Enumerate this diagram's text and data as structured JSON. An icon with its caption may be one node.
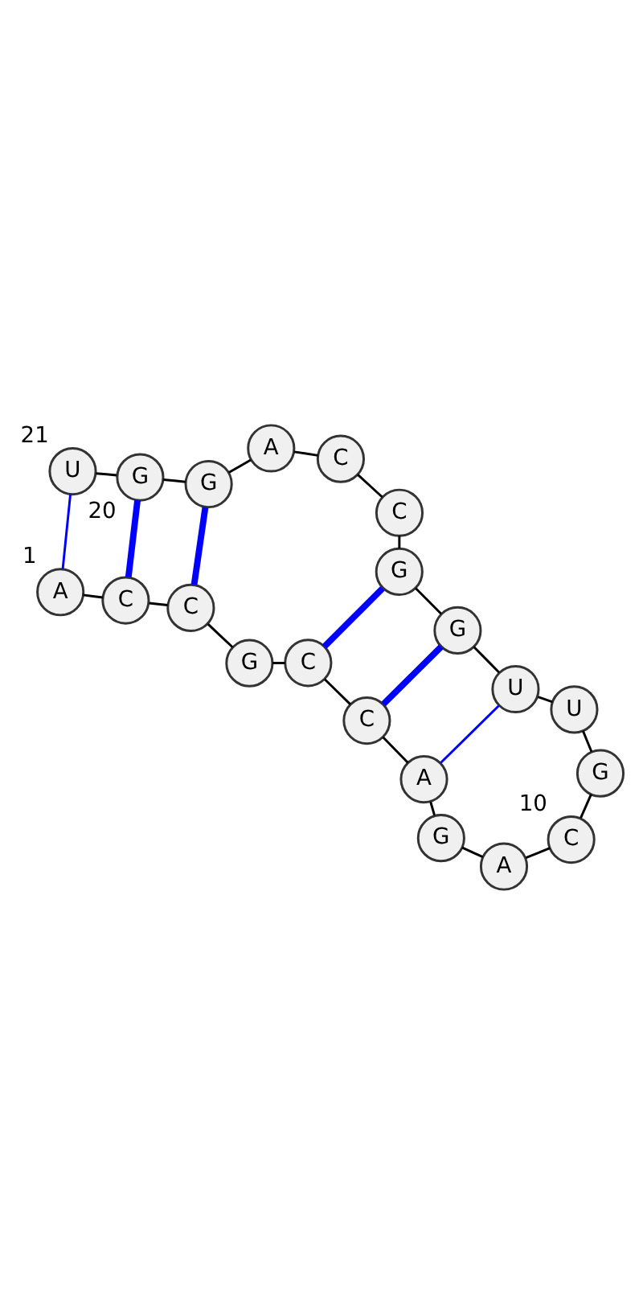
{
  "diagram": {
    "nodes": [
      {
        "text": [
          "A"
        ],
        "beside": [
          "1"
        ]
      },
      {
        "text": [
          "C"
        ]
      },
      {
        "text": [
          "C"
        ]
      },
      {
        "text": [
          "G"
        ]
      },
      {
        "text": [
          "C"
        ]
      },
      {
        "text": [
          "C"
        ]
      },
      {
        "text": [
          "A"
        ]
      },
      {
        "text": [
          "G"
        ]
      },
      {
        "text": [
          "A"
        ]
      },
      {
        "text": [
          "C"
        ],
        "beside": [
          "10"
        ]
      },
      {
        "text": [
          "G"
        ]
      },
      {
        "text": [
          "U"
        ]
      },
      {
        "text": [
          "U"
        ]
      },
      {
        "text": [
          "G"
        ]
      },
      {
        "text": [
          "G"
        ]
      },
      {
        "text": [
          "C"
        ]
      },
      {
        "text": [
          "C"
        ]
      },
      {
        "text": [
          "A"
        ]
      },
      {
        "text": [
          "G"
        ]
      },
      {
        "text": [
          "G"
        ],
        "beside": [
          "20"
        ]
      },
      {
        "text": [
          "U"
        ],
        "beside": [
          "21"
        ]
      }
    ],
    "edges": [
      {
        "from": 0,
        "to": 1,
        "arrow": "none"
      },
      {
        "from": 1,
        "to": 2,
        "arrow": "none"
      },
      {
        "from": 2,
        "to": 3,
        "arrow": "none"
      },
      {
        "from": 3,
        "to": 4,
        "arrow": "none"
      },
      {
        "from": 4,
        "to": 5,
        "arrow": "none"
      },
      {
        "from": 5,
        "to": 6,
        "arrow": "none"
      },
      {
        "from": 6,
        "to": 7,
        "arrow": "none"
      },
      {
        "from": 7,
        "to": 8,
        "arrow": "none"
      },
      {
        "from": 8,
        "to": 9,
        "arrow": "none"
      },
      {
        "from": 9,
        "to": 10,
        "arrow": "none"
      },
      {
        "from": 10,
        "to": 11,
        "arrow": "none"
      },
      {
        "from": 11,
        "to": 12,
        "arrow": "none"
      },
      {
        "from": 12,
        "to": 13,
        "arrow": "none"
      },
      {
        "from": 13,
        "to": 14,
        "arrow": "none"
      },
      {
        "from": 14,
        "to": 15,
        "arrow": "none"
      },
      {
        "from": 15,
        "to": 16,
        "arrow": "none"
      },
      {
        "from": 16,
        "to": 17,
        "arrow": "none"
      },
      {
        "from": 17,
        "to": 18,
        "arrow": "none"
      },
      {
        "from": 18,
        "to": 19,
        "arrow": "none"
      },
      {
        "from": 19,
        "to": 20,
        "arrow": "none"
      },
      {
        "from": 0,
        "to": 20,
        "arrow": "none",
        "color": "#0000ff"
      },
      {
        "from": 1,
        "to": 19,
        "arrow": "none",
        "color": "#0000ff",
        "style": "thick"
      },
      {
        "from": 2,
        "to": 18,
        "arrow": "none",
        "color": "#0000ff",
        "style": "thick"
      },
      {
        "from": 4,
        "to": 14,
        "arrow": "none",
        "color": "#0000ff",
        "style": "thick"
      },
      {
        "from": 5,
        "to": 13,
        "arrow": "none",
        "color": "#0000ff",
        "style": "thick"
      },
      {
        "from": 6,
        "to": 12,
        "arrow": "none",
        "color": "#0000ff"
      }
    ]
  }
}
